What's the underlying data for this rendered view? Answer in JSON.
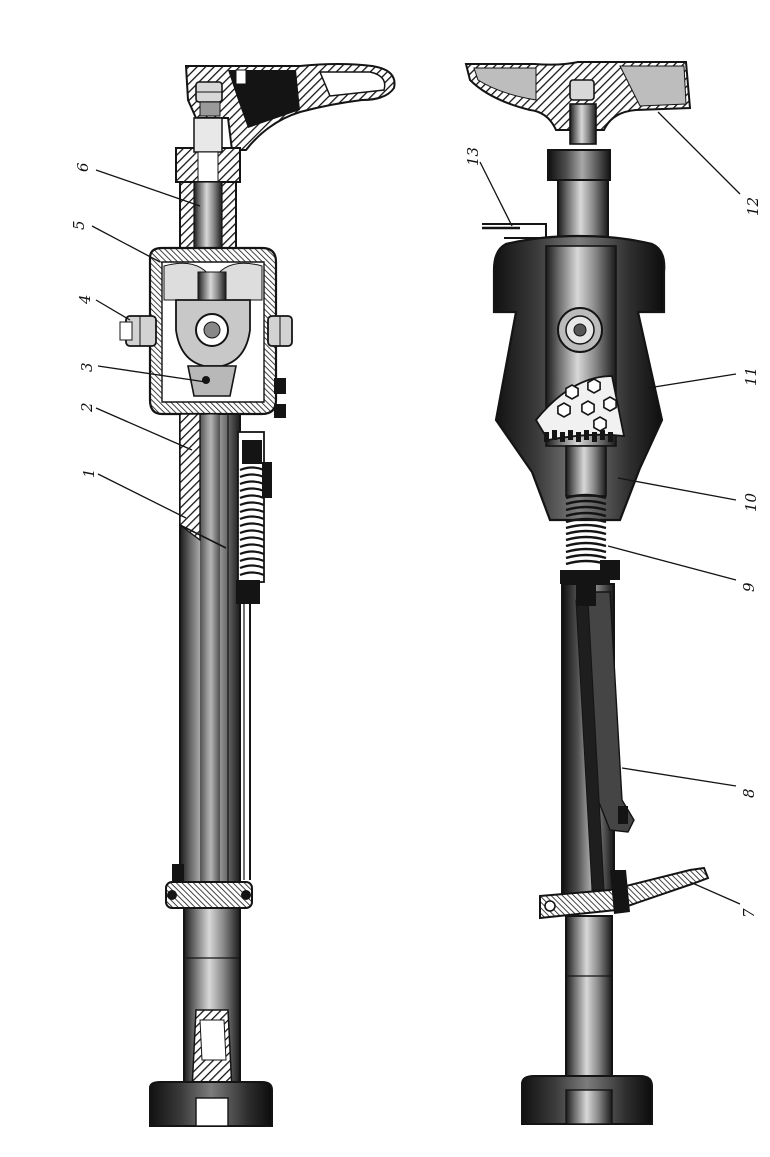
{
  "colors": {
    "ink": "#141414",
    "paper": "#ffffff",
    "hatch": "#2a2a2a",
    "mid": "#7a7a7a"
  },
  "callouts": {
    "c1": "1",
    "c2": "2",
    "c3": "3",
    "c4": "4",
    "c5": "5",
    "c6": "6",
    "c7": "7",
    "c8": "8",
    "c9": "9",
    "c10": "10",
    "c11": "11",
    "c12": "12",
    "c13": "13"
  }
}
